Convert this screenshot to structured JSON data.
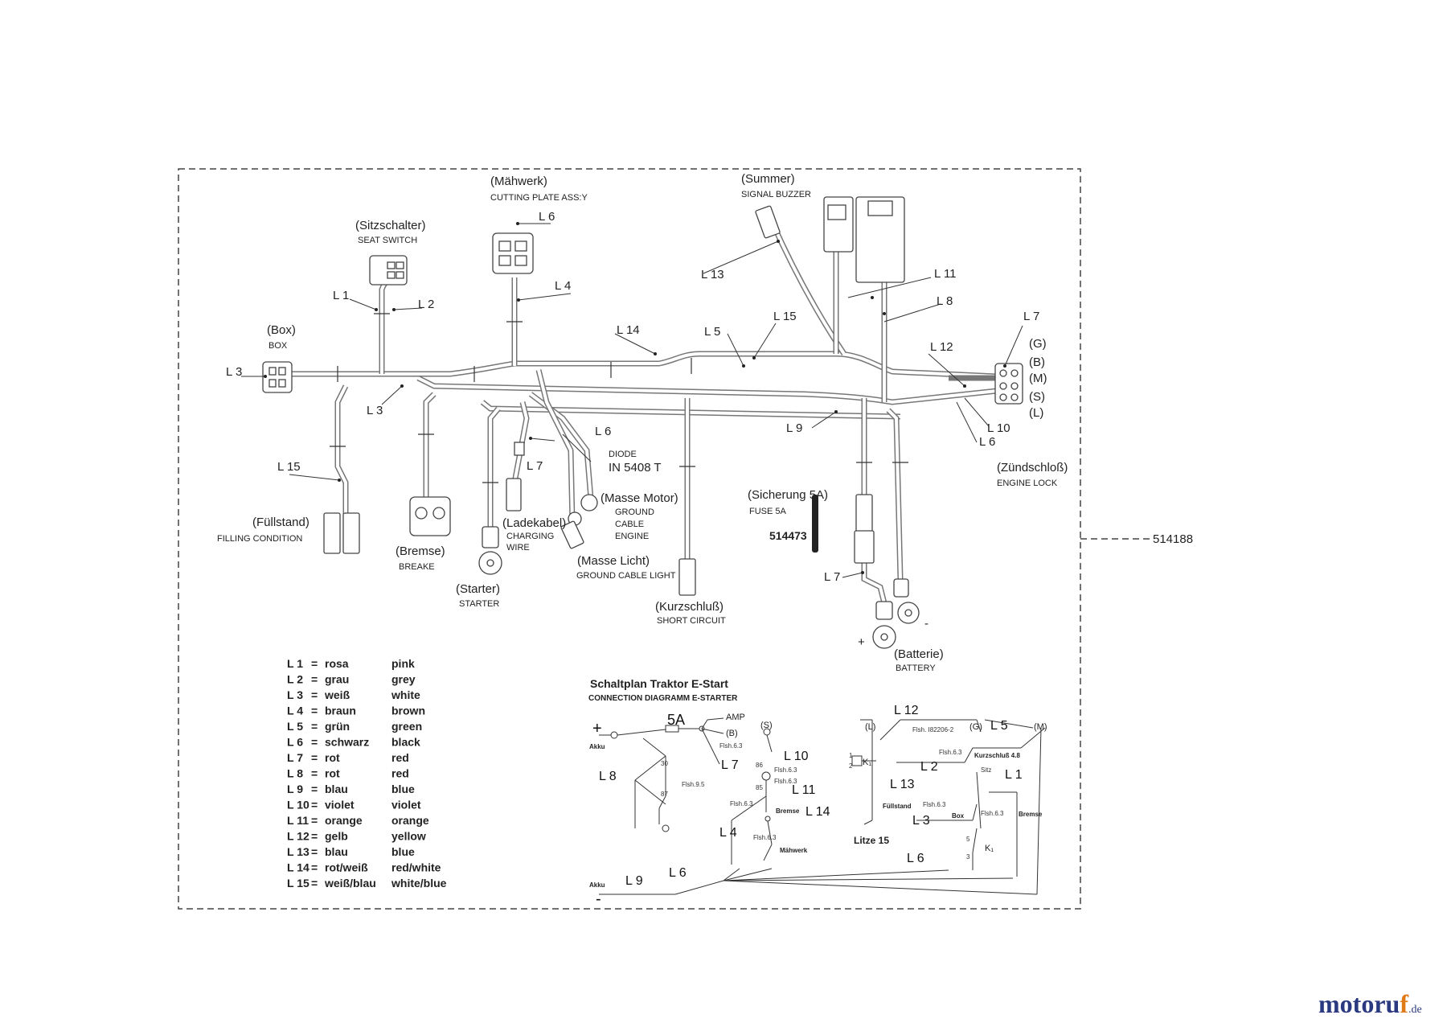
{
  "labels": {
    "mahwerk_de": "(Mähwerk)",
    "mahwerk_en": "CUTTING PLATE ASS:Y",
    "summer_de": "(Summer)",
    "summer_en": "SIGNAL BUZZER",
    "sitz_de": "(Sitzschalter)",
    "sitz_en": "SEAT SWITCH",
    "box_de": "(Box)",
    "box_en": "BOX",
    "fuell_de": "(Füllstand)",
    "fuell_en": "FILLING CONDITION",
    "bremse_de": "(Bremse)",
    "bremse_en": "BREAKE",
    "starter_de": "(Starter)",
    "starter_en": "STARTER",
    "lade_de": "(Ladekabel)",
    "lade_en1": "CHARGING",
    "lade_en2": "WIRE",
    "diode1": "DIODE",
    "diode2": "IN 5408 T",
    "masse_motor_de": "(Masse Motor)",
    "masse_motor_en1": "GROUND",
    "masse_motor_en2": "CABLE",
    "masse_motor_en3": "ENGINE",
    "masse_licht_de": "(Masse Licht)",
    "masse_licht_en": "GROUND CABLE LIGHT",
    "kurz_de": "(Kurzschluß)",
    "kurz_en": "SHORT CIRCUIT",
    "sicherung_de": "(Sicherung 5A)",
    "sicherung_en": "FUSE 5A",
    "fuse_part": "514473",
    "batterie_de": "(Batterie)",
    "batterie_en": "BATTERY",
    "plus": "+",
    "minus": "-",
    "zund_de": "(Zündschloß)",
    "zund_en": "ENGINE LOCK",
    "part_number": "514188",
    "pin_g": "(G)",
    "pin_b": "(B)",
    "pin_m": "(M)",
    "pin_s": "(S)",
    "pin_l": "(L)"
  },
  "wire_labels": [
    "L 1",
    "L 2",
    "L 3",
    "L 4",
    "L 5",
    "L 6",
    "L 7",
    "L 8",
    "L 9",
    "L 10",
    "L 11",
    "L 12",
    "L 13",
    "L 14",
    "L 15"
  ],
  "legend": [
    {
      "code": "L 1",
      "de": "rosa",
      "en": "pink"
    },
    {
      "code": "L 2",
      "de": "grau",
      "en": "grey"
    },
    {
      "code": "L 3",
      "de": "weiß",
      "en": "white"
    },
    {
      "code": "L 4",
      "de": "braun",
      "en": "brown"
    },
    {
      "code": "L 5",
      "de": "grün",
      "en": "green"
    },
    {
      "code": "L 6",
      "de": "schwarz",
      "en": "black"
    },
    {
      "code": "L 7",
      "de": "rot",
      "en": "red"
    },
    {
      "code": "L 8",
      "de": "rot",
      "en": "red"
    },
    {
      "code": "L 9",
      "de": "blau",
      "en": "blue"
    },
    {
      "code": "L 10",
      "de": "violet",
      "en": "violet"
    },
    {
      "code": "L 11",
      "de": "orange",
      "en": "orange"
    },
    {
      "code": "L 12",
      "de": "gelb",
      "en": "yellow"
    },
    {
      "code": "L 13",
      "de": "blau",
      "en": "blue"
    },
    {
      "code": "L 14",
      "de": "rot/weiß",
      "en": "red/white"
    },
    {
      "code": "L 15",
      "de": "weiß/blau",
      "en": "white/blue"
    }
  ],
  "schematic": {
    "title": "Schaltplan Traktor E-Start",
    "subtitle": "CONNECTION DIAGRAMM E-STARTER",
    "fuse": "5A",
    "amp": "AMP",
    "b": "(B)",
    "s": "(S)",
    "l": "(L)",
    "g": "(G)",
    "m": "(M)",
    "akku_plus": "+",
    "akku_minus": "-",
    "akku": "Akku",
    "bremse": "Bremse",
    "mahwerk": "Mähwerk",
    "fuellstand": "Füllstand",
    "box": "Box",
    "sitz": "Sitz",
    "litze": "Litze 15",
    "kurz": "Kurzschluß 4.8",
    "flsh_63": "Flsh.6.3",
    "flsh_95": "Flsh.9.5",
    "flsh_long": "Flsh. I82206-2",
    "k1": "K₁",
    "n30": "30",
    "n87": "87",
    "n86": "86",
    "n85": "85",
    "n1": "1",
    "n2": "2",
    "n3": "3",
    "n5": "5"
  },
  "brand": {
    "main_a": "motoru",
    "main_b": "f",
    "suffix": ".de"
  }
}
